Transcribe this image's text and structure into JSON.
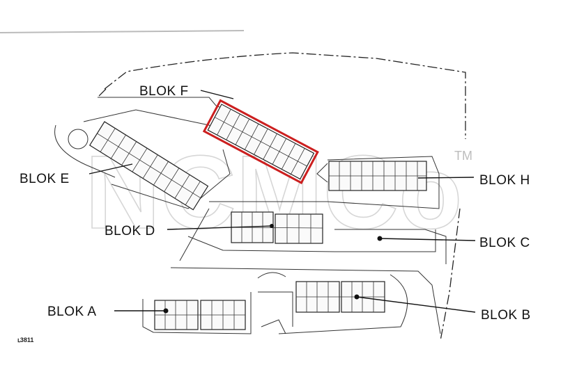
{
  "labels": {
    "blok_f": "BLOK F",
    "blok_e": "BLOK E",
    "blok_h": "BLOK H",
    "blok_d": "BLOK D",
    "blok_c": "BLOK C",
    "blok_a": "BLOK A",
    "blok_b": "BLOK B"
  },
  "watermark": {
    "text": "NCMCo",
    "tm": "TM"
  },
  "corner_note": "ւ3811",
  "colors": {
    "highlight": "#cc1f1f",
    "ink": "#222222",
    "watermark": "#d6d6d6"
  }
}
